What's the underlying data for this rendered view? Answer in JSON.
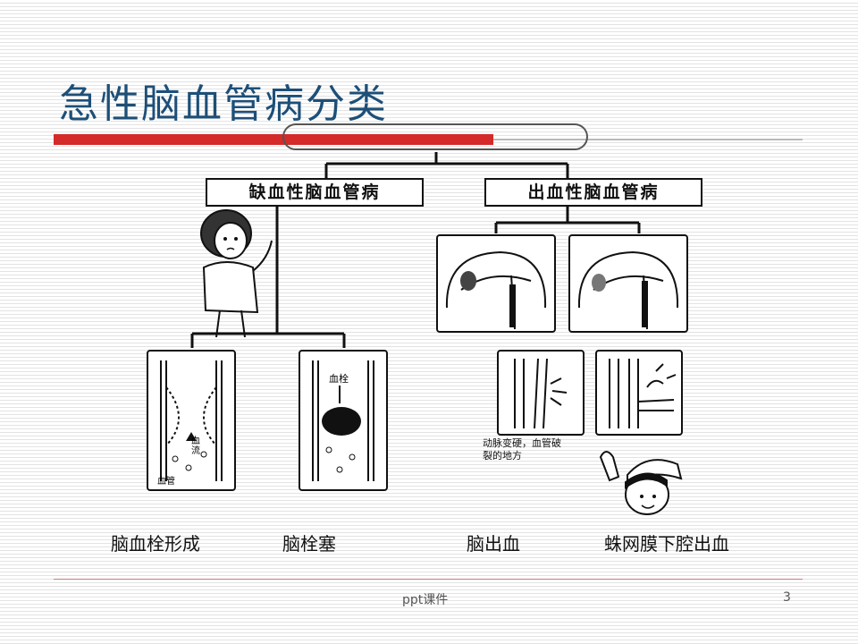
{
  "slide": {
    "title": "急性脑血管病分类",
    "footer_text": "ppt课件",
    "page_number": "3"
  },
  "diagram": {
    "branch_left": "缺血性脑血管病",
    "branch_right": "出血性脑血管病",
    "inner_label_thrombus": "血栓",
    "inner_label_bloodflow": "血流",
    "inner_label_vessel": "血管",
    "note_right": "动脉变硬，血管破裂的地方"
  },
  "captions": [
    "脑血栓形成",
    "脑栓塞",
    "脑出血",
    "蛛网膜下腔出血"
  ],
  "colors": {
    "title": "#1d4f78",
    "accent_red": "#d42a2a"
  }
}
